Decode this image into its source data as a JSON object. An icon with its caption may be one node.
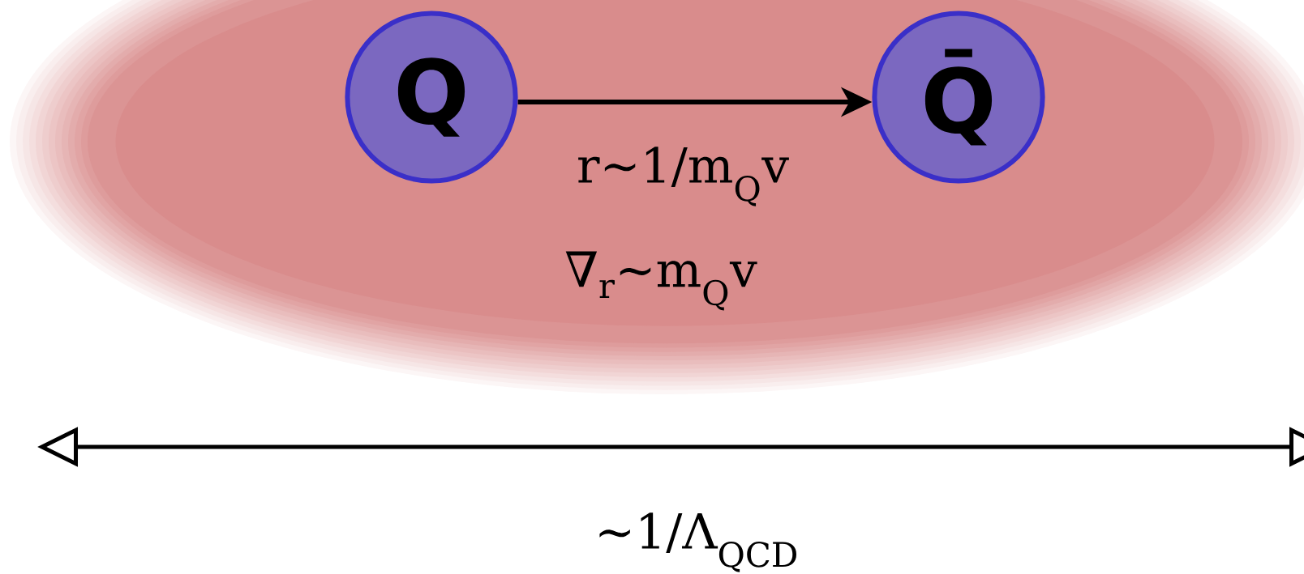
{
  "diagram": {
    "nodes": [
      {
        "text": [],
        "shape": "cloud"
      },
      {
        "text": [
          "Q"
        ],
        "in": 0
      },
      {
        "text": [
          "Q̄"
        ],
        "in": 0
      }
    ],
    "edges": [
      {
        "from": 1,
        "to": 2,
        "arrow": "to",
        "label": "r~1/m$_{Q}$v"
      }
    ],
    "labels": [
      "∇$_{r}$~m$_{Q}$v",
      "~1/Λ$_{QCD}$"
    ]
  }
}
